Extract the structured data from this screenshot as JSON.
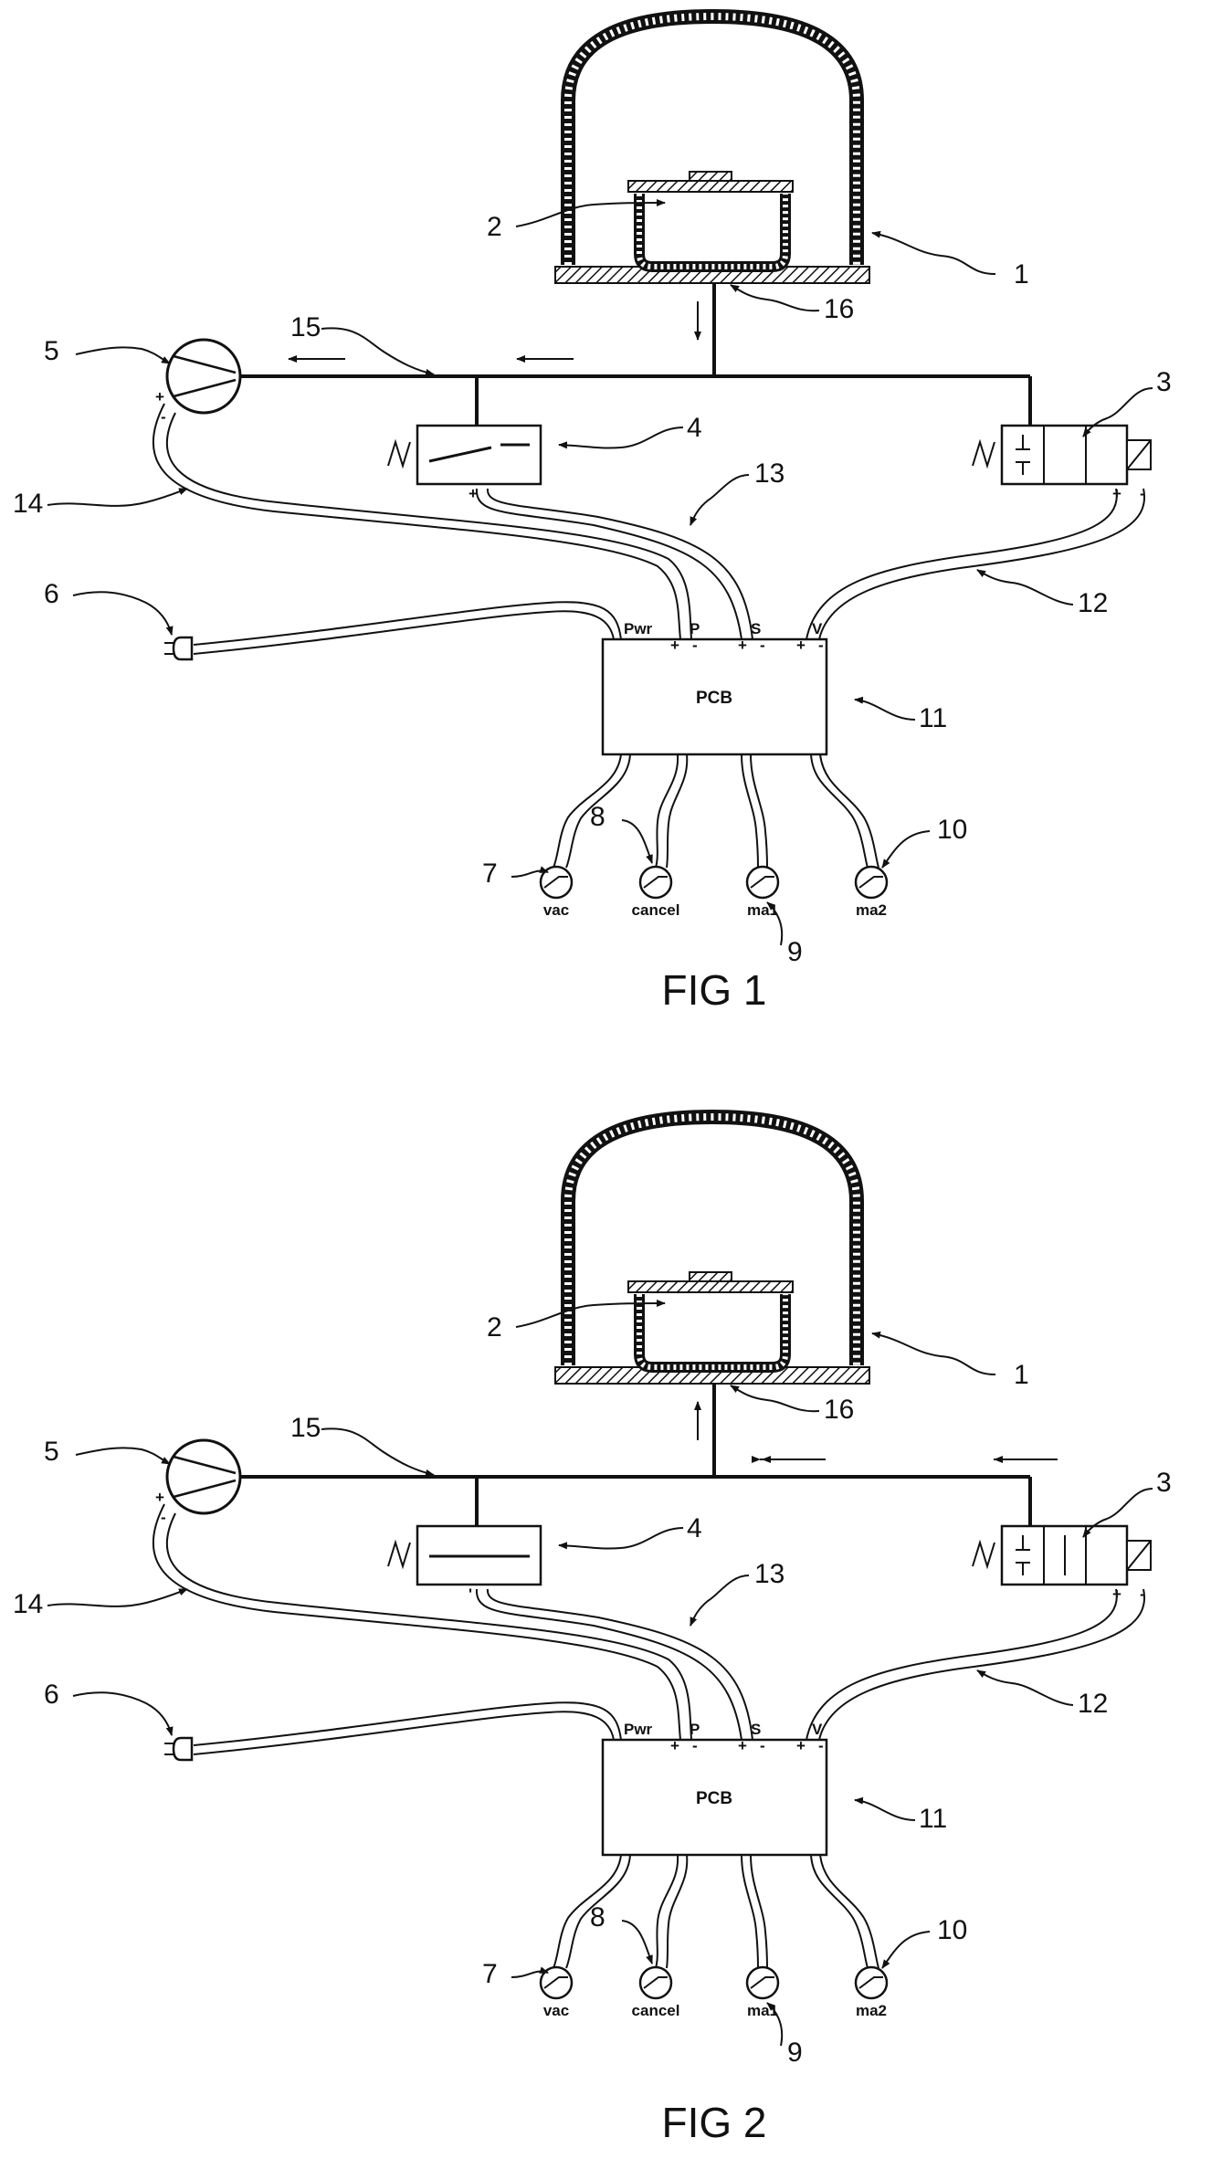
{
  "figures": [
    {
      "title": "FIG 1",
      "ref_labels": [
        "1",
        "2",
        "3",
        "4",
        "5",
        "6",
        "7",
        "8",
        "9",
        "10",
        "11",
        "12",
        "13",
        "14",
        "15",
        "16"
      ],
      "board_label": "PCB",
      "terminal_labels": {
        "power": "Pwr",
        "pump": "P",
        "switch": "S",
        "valve": "V"
      },
      "button_labels": [
        "vac",
        "cancel",
        "ma1",
        "ma2"
      ],
      "pressure_switch_state": "open",
      "flow_direction": "toward-pump"
    },
    {
      "title": "FIG 2",
      "ref_labels": [
        "1",
        "2",
        "3",
        "4",
        "5",
        "6",
        "7",
        "8",
        "9",
        "10",
        "11",
        "12",
        "13",
        "14",
        "15",
        "16"
      ],
      "board_label": "PCB",
      "terminal_labels": {
        "power": "Pwr",
        "pump": "P",
        "switch": "S",
        "valve": "V"
      },
      "button_labels": [
        "vac",
        "cancel",
        "ma1",
        "ma2"
      ],
      "pressure_switch_state": "closed",
      "flow_direction": "toward-chamber"
    }
  ],
  "colors": {
    "line": "#111111",
    "background": "#ffffff"
  }
}
